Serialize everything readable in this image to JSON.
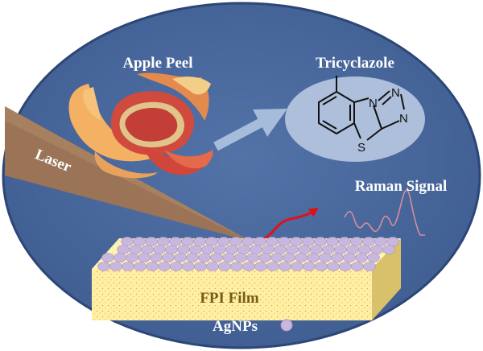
{
  "labels": {
    "apple_peel": "Apple Peel",
    "tricyclazole": "Tricyclazole",
    "laser": "Laser",
    "raman_signal": "Raman Signal",
    "fpi_film": "FPI Film",
    "agnps": "AgNPs"
  },
  "molecule_atoms": {
    "n1": "N",
    "n2": "N",
    "n3": "N",
    "s": "S"
  },
  "colors": {
    "background_ellipse": "#46659a",
    "ellipse_edge": "#2c4676",
    "molecule_bubble": "#aebfdc",
    "laser_beam": "#9b7356",
    "arrow": "#a7bbdb",
    "film_top": "#fff4a8",
    "film_front": "#fff0a0",
    "film_side": "#d8c16a",
    "nanoparticle": "#c9b8de",
    "raman_signal": "#d88c9a",
    "scatter_arrow": "#e0101a",
    "label_text": "#ffffff",
    "molecule_text": "#111111"
  },
  "icons": {
    "apple_peel": "apple-peel-illustration",
    "scatter_arrow": "red-wavy-arrow-icon",
    "legend": "nanoparticle-dot-icon"
  }
}
